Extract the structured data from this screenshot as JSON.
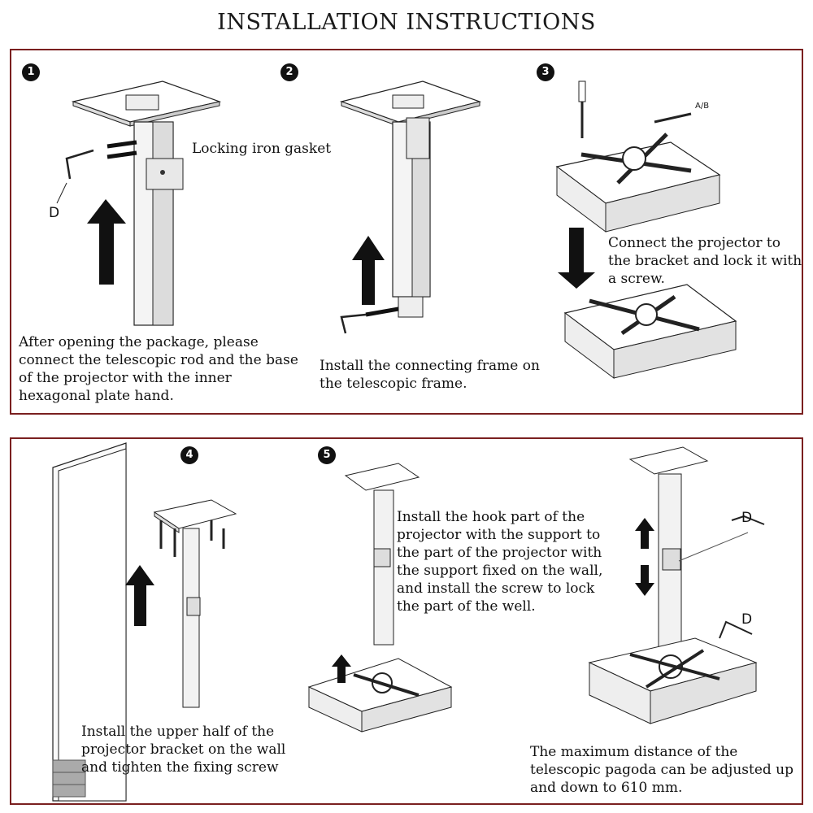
{
  "title": "INSTALLATION INSTRUCTIONS",
  "steps": [
    {
      "number": "1",
      "text": "After opening the package, please connect the telescopic rod and the base of the projector with the inner hexagonal plate hand.",
      "callout": "Locking iron gasket",
      "tool_label": "D"
    },
    {
      "number": "2",
      "text": "Install the connecting frame on the telescopic frame."
    },
    {
      "number": "3",
      "text": "Connect the projector to the bracket and lock it with a screw.",
      "screw_label": "A/B"
    },
    {
      "number": "4",
      "text": "Install the upper half of the projector bracket on the wall and tighten  the fixing screw"
    },
    {
      "number": "5",
      "text": "Install the hook part of the projector with the support to the part of the projector with the support fixed on the wall, and install the screw to lock the part of the well."
    },
    {
      "text": "The maximum distance of the telescopic pagoda can be adjusted up and down to 610 mm.",
      "tool_label_1": "D",
      "tool_label_2": "D"
    }
  ]
}
